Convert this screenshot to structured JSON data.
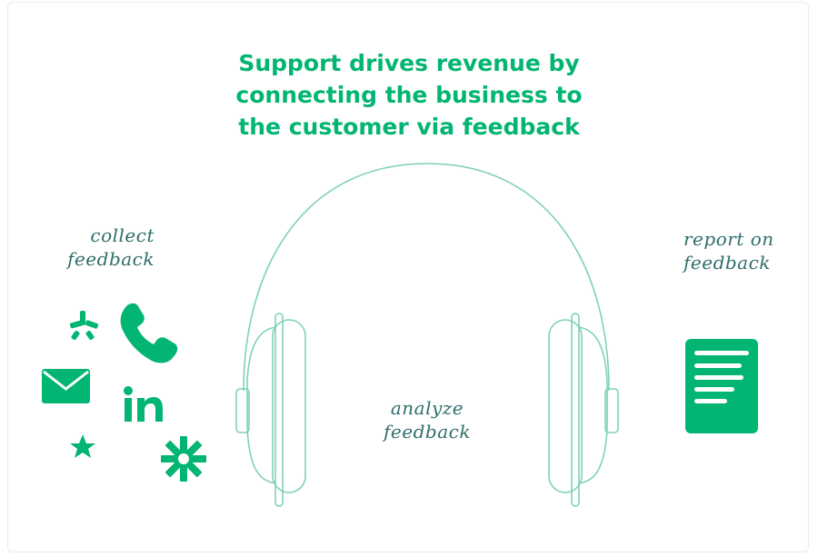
{
  "title": {
    "lines": [
      "Support drives revenue by",
      "connecting the business to",
      "the customer via feedback"
    ]
  },
  "labels": {
    "collect": [
      "collect",
      "feedback"
    ],
    "analyze": [
      "analyze",
      "feedback"
    ],
    "report": [
      "report on",
      "feedback"
    ]
  },
  "icons": [
    "yelp-icon",
    "phone-icon",
    "mail-icon",
    "linkedin-icon",
    "star-icon",
    "zapier-icon",
    "headphones-icon",
    "report-document-icon"
  ],
  "colors": {
    "brand_green": "#03b572",
    "label_teal": "#2f6e6a",
    "line_mint": "#7fd2b3",
    "border": "#e6ecec"
  }
}
